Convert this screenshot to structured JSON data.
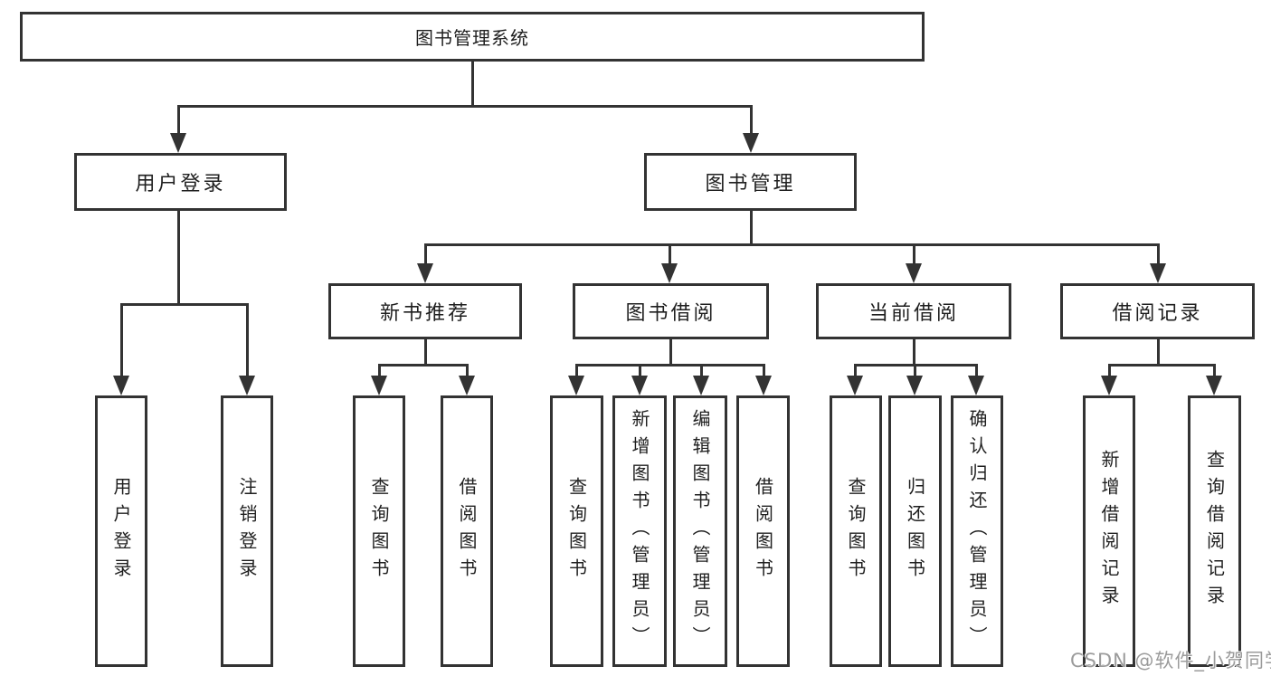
{
  "diagram": {
    "root": {
      "label": "图书管理系统"
    },
    "branches": [
      {
        "label": "用户登录",
        "children": [
          {
            "label": "用户登录"
          },
          {
            "label": "注销登录"
          }
        ]
      },
      {
        "label": "图书管理",
        "children": [
          {
            "label": "新书推荐",
            "children": [
              {
                "label": "查询图书"
              },
              {
                "label": "借阅图书"
              }
            ]
          },
          {
            "label": "图书借阅",
            "children": [
              {
                "label": "查询图书"
              },
              {
                "label": "新增图书（管理员）"
              },
              {
                "label": "编辑图书（管理员）"
              },
              {
                "label": "借阅图书"
              }
            ]
          },
          {
            "label": "当前借阅",
            "children": [
              {
                "label": "查询图书"
              },
              {
                "label": "归还图书"
              },
              {
                "label": "确认归还（管理员）"
              }
            ]
          },
          {
            "label": "借阅记录",
            "children": [
              {
                "label": "新增借阅记录"
              },
              {
                "label": "查询借阅记录"
              }
            ]
          }
        ]
      }
    ]
  },
  "icons": {
    "connector_arrow": "arrow-down-icon"
  },
  "colors": {
    "line": "#333333",
    "background": "#ffffff",
    "box_fill": "#ffffff",
    "watermark": "#9b9b9b"
  },
  "watermark": {
    "text": "CSDN @软件_小贺同学"
  }
}
